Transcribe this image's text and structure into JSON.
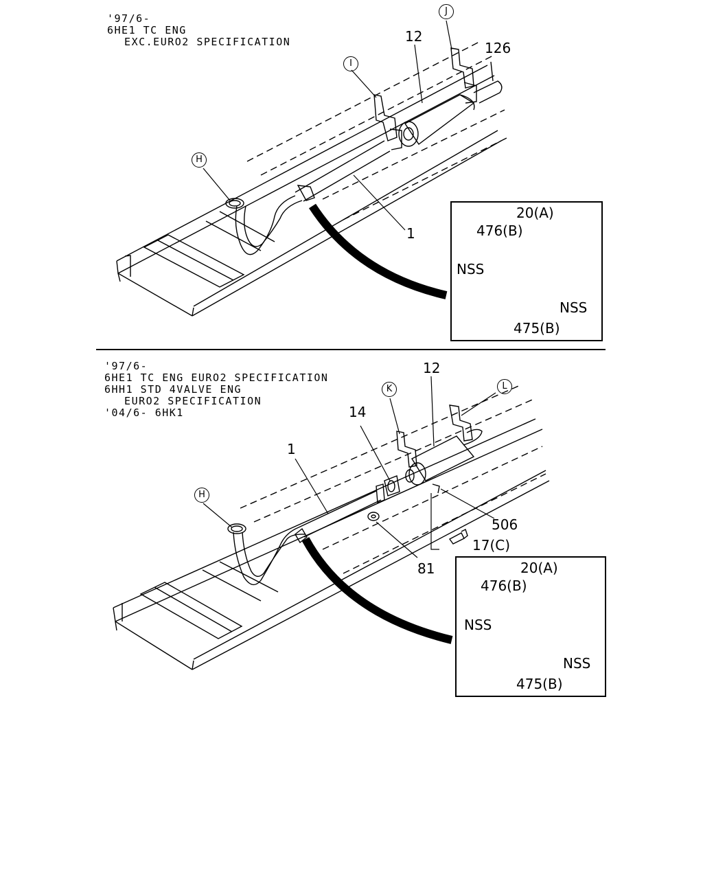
{
  "sections": [
    {
      "spec_lines": [
        "'97/6-",
        "6HE1 TC ENG",
        "  EXC.EURO2 SPECIFICATION"
      ],
      "callouts": {
        "H": "H",
        "I": "I",
        "J": "J"
      },
      "parts": {
        "p12": "12",
        "p126": "126",
        "p1": "1"
      },
      "inset": {
        "p20": "20(A)",
        "p476": "476(B)",
        "nss_left": "NSS",
        "nss_right": "NSS",
        "p475": "475(B)"
      }
    },
    {
      "spec_lines": [
        "'97/6-",
        "6HE1 TC ENG EURO2 SPECIFICATION",
        "6HH1 STD 4VALVE ENG",
        "  EURO2 SPECIFICATION",
        "'04/6- 6HK1"
      ],
      "callouts": {
        "H": "H",
        "K": "K",
        "L": "L"
      },
      "parts": {
        "p12": "12",
        "p14": "14",
        "p1": "1",
        "p506": "506",
        "p17": "17(C)",
        "p81": "81"
      },
      "inset": {
        "p20": "20(A)",
        "p476": "476(B)",
        "nss_left": "NSS",
        "nss_right": "NSS",
        "p475": "475(B)"
      }
    }
  ]
}
